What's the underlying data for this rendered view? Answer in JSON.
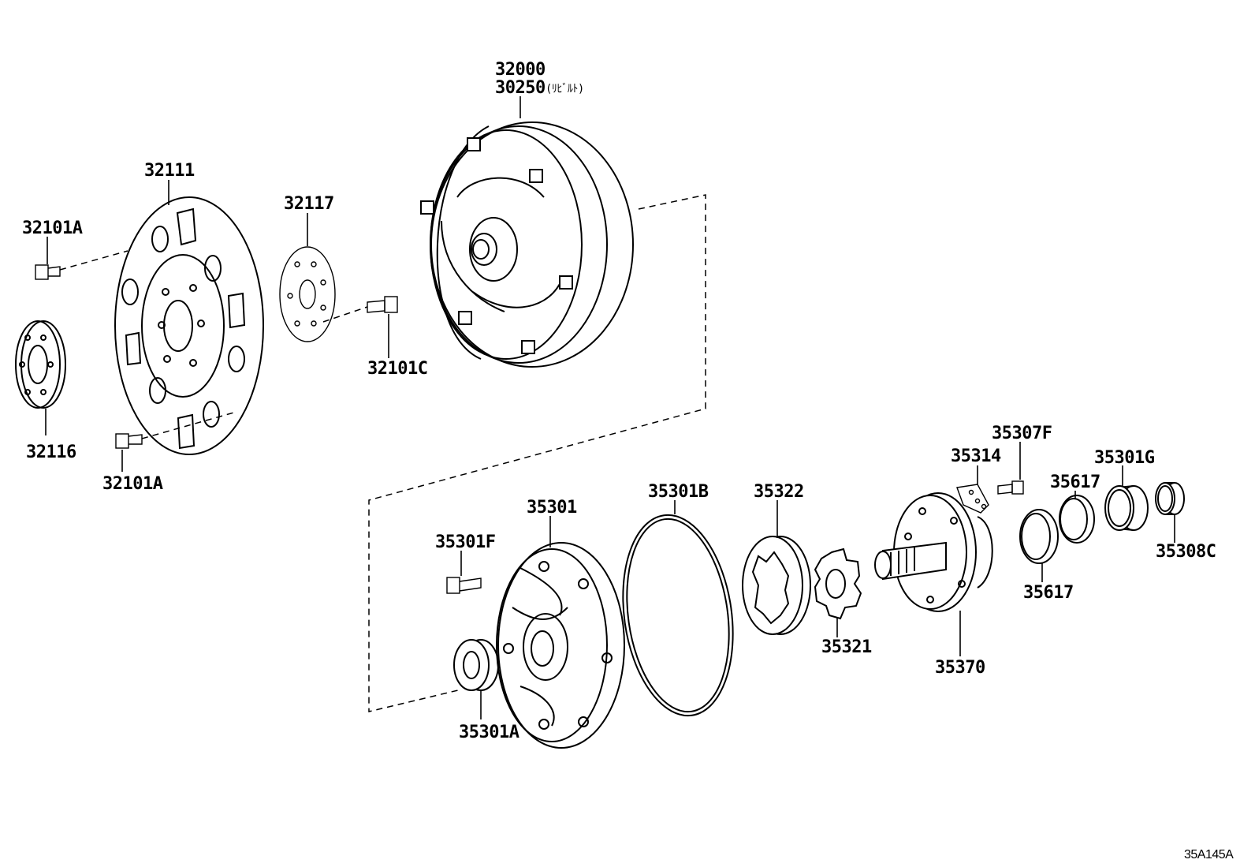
{
  "labels": {
    "p32000": "32000",
    "p30250": "30250",
    "p30250_note": "(ﾘﾋﾞﾙﾄ)",
    "p32111": "32111",
    "p32117": "32117",
    "p32101A_top": "32101A",
    "p32101A_bottom": "32101A",
    "p32101C": "32101C",
    "p32116": "32116",
    "p35301": "35301",
    "p35301A": "35301A",
    "p35301B": "35301B",
    "p35301F": "35301F",
    "p35301G": "35301G",
    "p35322": "35322",
    "p35321": "35321",
    "p35370": "35370",
    "p35314": "35314",
    "p35307F": "35307F",
    "p35617_top": "35617",
    "p35617_bottom": "35617",
    "p35308C": "35308C"
  },
  "diagram_code": "35A145A"
}
